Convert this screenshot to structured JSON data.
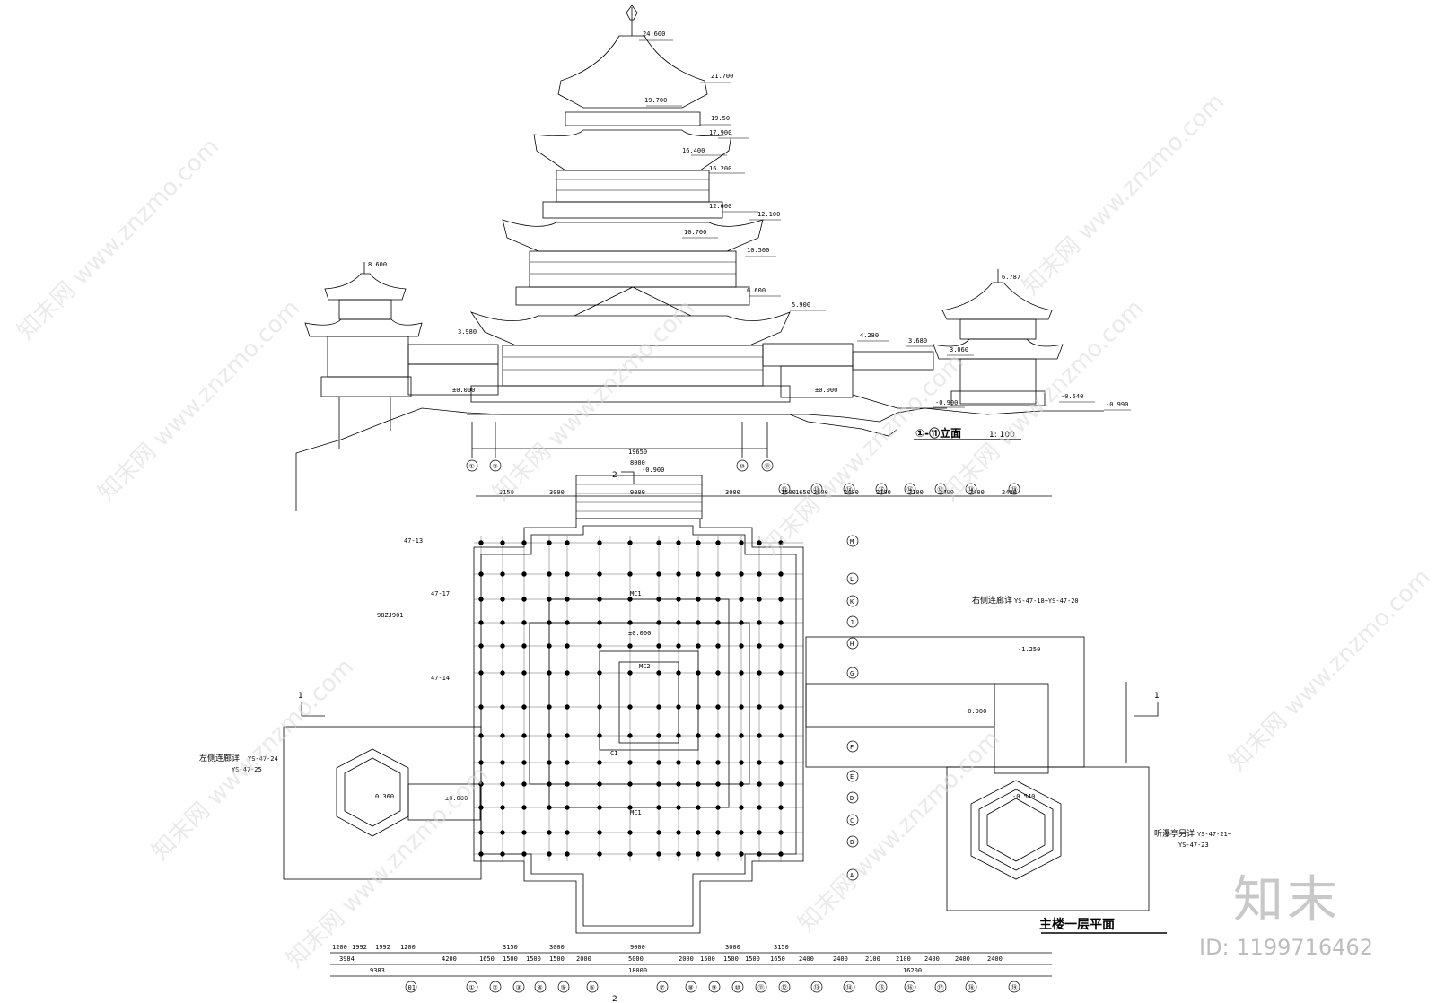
{
  "drawing": {
    "elevation_title": "①-⑪立面",
    "elevation_scale": "1: 100",
    "plan_title": "主楼一层平面",
    "section_mark_left": "1",
    "section_mark_right": "1",
    "section_mark_top": "2",
    "section_mark_bottom": "2"
  },
  "elevations": [
    "24.600",
    "21.700",
    "19.700",
    "19.50",
    "17.900",
    "16.400",
    "16.200",
    "12.600",
    "12.100",
    "10.700",
    "10.500",
    "6.600",
    "5.900",
    "4.280",
    "3.680",
    "3.980",
    "3.060",
    "±0.000",
    "±0.000",
    "-0.540",
    "-0.990",
    "-0.900",
    "8.600",
    "6.787"
  ],
  "notes": {
    "left_corridor": "左侧连廊详",
    "left_corridor_ref1": "YS-47-24",
    "left_corridor_ref2": "YS-47-25",
    "right_corridor": "右侧连廊详",
    "right_corridor_ref": "YS-47-18~YS-47-20",
    "pavilion": "听瀑亭另详",
    "pavilion_ref1": "YS-47-21~",
    "pavilion_ref2": "YS-47-23",
    "floor_level": "±0.000",
    "level_left": "0.360",
    "level_left2": "±0.000",
    "level_right": "-1.250",
    "level_right2": "-0.900",
    "level_pav": "-0.540",
    "top_level": "-0.900",
    "mc1": "MC1",
    "mc2": "MC2",
    "c1": "C1",
    "callout_1": "47-14",
    "callout_2": "47-17",
    "callout_3": "47-13",
    "callout_4": "98ZJ901"
  },
  "axes_bottom": [
    "01",
    "①",
    "②",
    "③",
    "④",
    "⑤",
    "⑥",
    "⑦",
    "⑧",
    "⑨",
    "⑩",
    "⑪",
    "⑫",
    "⑬",
    "⑭",
    "⑮",
    "⑯",
    "⑰",
    "⑱",
    "⑲"
  ],
  "axes_right": [
    "M",
    "L",
    "K",
    "J",
    "H",
    "G",
    "F",
    "E",
    "D",
    "C",
    "B",
    "A"
  ],
  "dims_bottom_1": [
    "1200",
    "1992",
    "1992",
    "1200",
    "3150",
    "3000",
    "9000",
    "3000",
    "3150"
  ],
  "dims_bottom_2": [
    "3984",
    "4200",
    "1650",
    "1500",
    "1500",
    "1500",
    "2000",
    "5000",
    "2000",
    "1500",
    "1500",
    "1500",
    "1650",
    "2400",
    "2400",
    "2100",
    "2100",
    "2400",
    "2400",
    "2400"
  ],
  "dims_bottom_3": [
    "9383",
    "18000",
    "16200"
  ],
  "dims_top": [
    "3150",
    "3000",
    "9000",
    "3000",
    "1500",
    "1650",
    "2400",
    "2400",
    "2100",
    "2100",
    "2400",
    "2400",
    "2400"
  ],
  "elev_dim": "19650",
  "elev_dim2": "8000",
  "elev_axes": [
    "①",
    "②",
    "⑩",
    "⑪"
  ],
  "watermark": "www.znzmo.com",
  "watermark_cn": "知末网",
  "brand": "知末",
  "image_id": "ID: 1199716462"
}
